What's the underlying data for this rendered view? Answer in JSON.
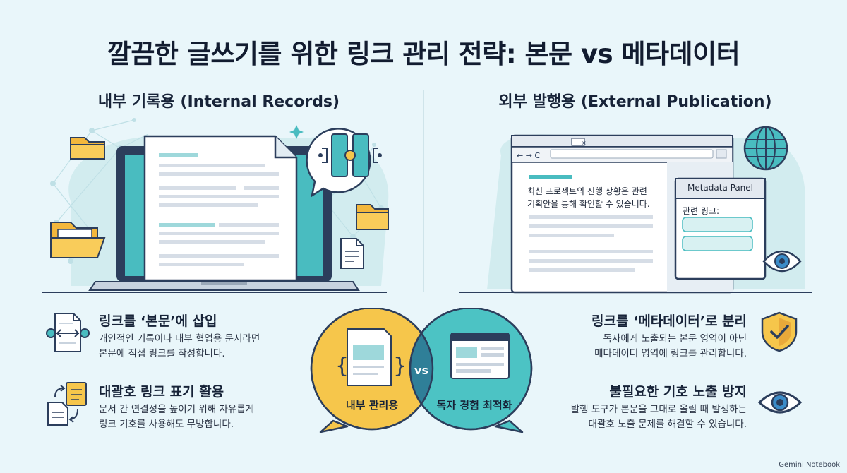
{
  "title": "깔끔한 글쓰기를 위한 링크 관리 전략: 본문 vs 메타데이터",
  "left": {
    "heading": "내부 기록용 (Internal Records)",
    "features": [
      {
        "title": "링크를 ‘본문’에 삽입",
        "desc": [
          "개인적인 기록이나 내부 협업용 문서라면",
          "본문에 직접 링크를 작성합니다."
        ]
      },
      {
        "title": "대괄호 링크 표기 활용",
        "desc": [
          "문서 간 연결성을 높이기 위해 자유롭게",
          "링크 기호를 사용해도 무방합니다."
        ]
      }
    ]
  },
  "right": {
    "heading": "외부 발행용 (External Publication)",
    "browser_text": [
      "최신 프로젝트의 진행 상황은 관련",
      "기획안을 통해 확인할 수 있습니다."
    ],
    "panel": {
      "title": "Metadata Panel",
      "label": "관련 링크:"
    },
    "features": [
      {
        "title": "링크를 ‘메타데이터’로 분리",
        "desc": [
          "독자에게 노출되는 본문 영역이 아닌",
          "메타데이터 영역에 링크를 관리합니다."
        ]
      },
      {
        "title": "불필요한 기호 노출 방지",
        "desc": [
          "발행 도구가 본문을 그대로 올릴 때 발생하는",
          "대괄호 노출 문제를 해결할 수 있습니다."
        ]
      }
    ]
  },
  "venn": {
    "left_label": "내부 관리용",
    "right_label": "독자 경험 최적화",
    "center_label": "vs"
  },
  "watermark": "Gemini Notebook",
  "colors": {
    "yellow": "#f6c64b",
    "teal": "#4cc3c4",
    "navy": "#2c3e5c",
    "background": "#e9f6fa"
  }
}
